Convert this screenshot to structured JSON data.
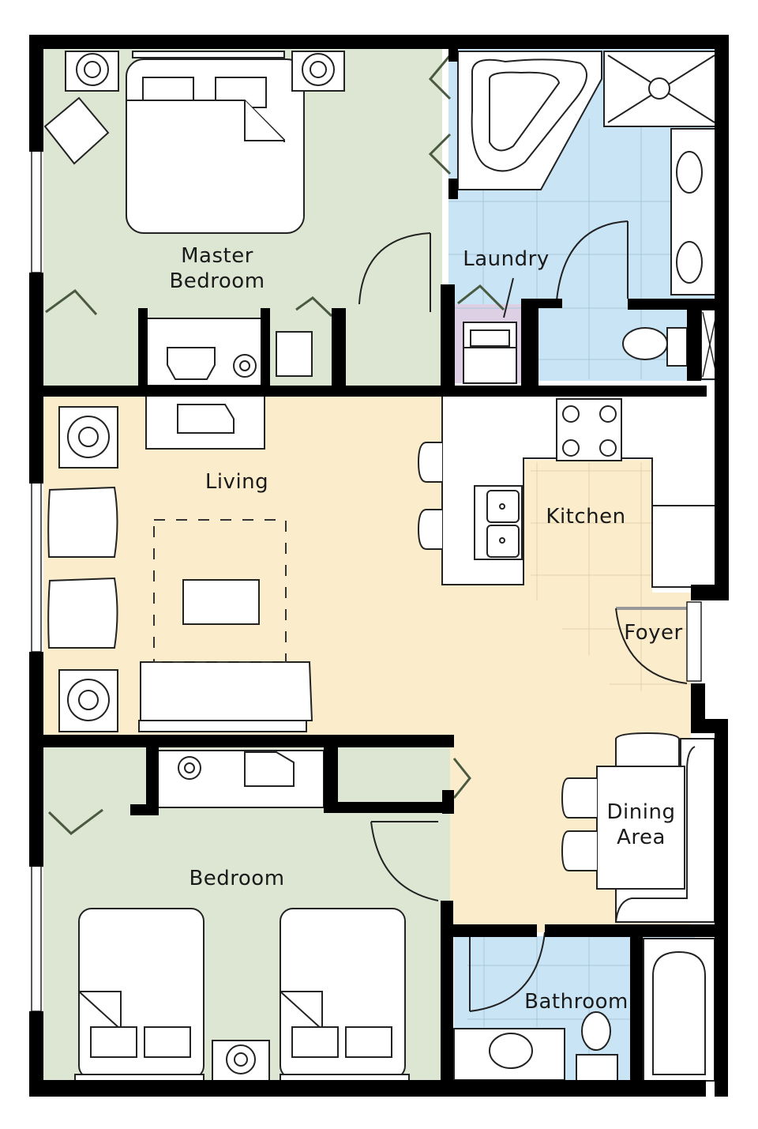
{
  "floor_plan": {
    "colors": {
      "wall": "#000000",
      "bedroom_floor": "#dde6d3",
      "living_floor": "#fbeccb",
      "bath_floor": "#c9e4f4",
      "laundry_floor": "#ddd0e4",
      "fixture": "#ffffff",
      "door_swing_folding": "#4a5a40"
    },
    "rooms": [
      {
        "id": "master-bedroom",
        "label": "Master\nBedroom"
      },
      {
        "id": "laundry",
        "label": "Laundry"
      },
      {
        "id": "living",
        "label": "Living"
      },
      {
        "id": "kitchen",
        "label": "Kitchen"
      },
      {
        "id": "foyer",
        "label": "Foyer"
      },
      {
        "id": "dining-area",
        "label": "Dining\nArea"
      },
      {
        "id": "bedroom",
        "label": "Bedroom"
      },
      {
        "id": "bathroom",
        "label": "Bathroom"
      }
    ],
    "fixtures": [
      "king-bed",
      "nightstand-lamp",
      "nightstand-lamp",
      "armchair",
      "dresser-tv",
      "corner-tub",
      "shower",
      "double-vanity-sinks",
      "toilet",
      "linen-closet",
      "washer-dryer",
      "stove-4-burner",
      "double-sink",
      "dishwasher",
      "refrigerator",
      "bar-stool",
      "bar-stool",
      "end-table-lamp",
      "end-table-lamp",
      "club-chair",
      "club-chair",
      "coffee-table",
      "area-rug",
      "sofa",
      "tv-console",
      "dining-table",
      "dining-chair",
      "dining-chair",
      "dining-chair",
      "built-in-bench",
      "twin-bed",
      "twin-bed",
      "nightstand-lamp",
      "dresser-tv",
      "bathtub",
      "vanity-sink",
      "toilet"
    ]
  }
}
